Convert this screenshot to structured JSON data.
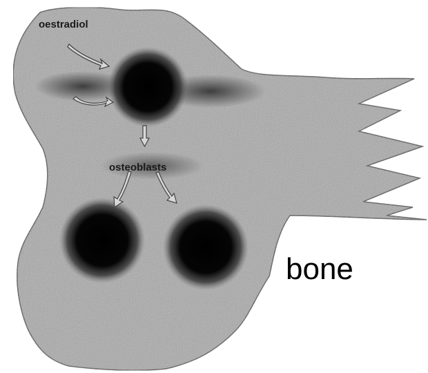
{
  "diagram": {
    "labels": {
      "top_label": "oestradiol",
      "middle_label": "osteoblasts",
      "region_label": "bone"
    },
    "colors": {
      "tissue": "#a8a8a8",
      "tissue_outline": "#3a3a3a",
      "cell": "#050505",
      "arrow_fill": "#d8d8d8",
      "arrow_outline": "#444444"
    }
  }
}
